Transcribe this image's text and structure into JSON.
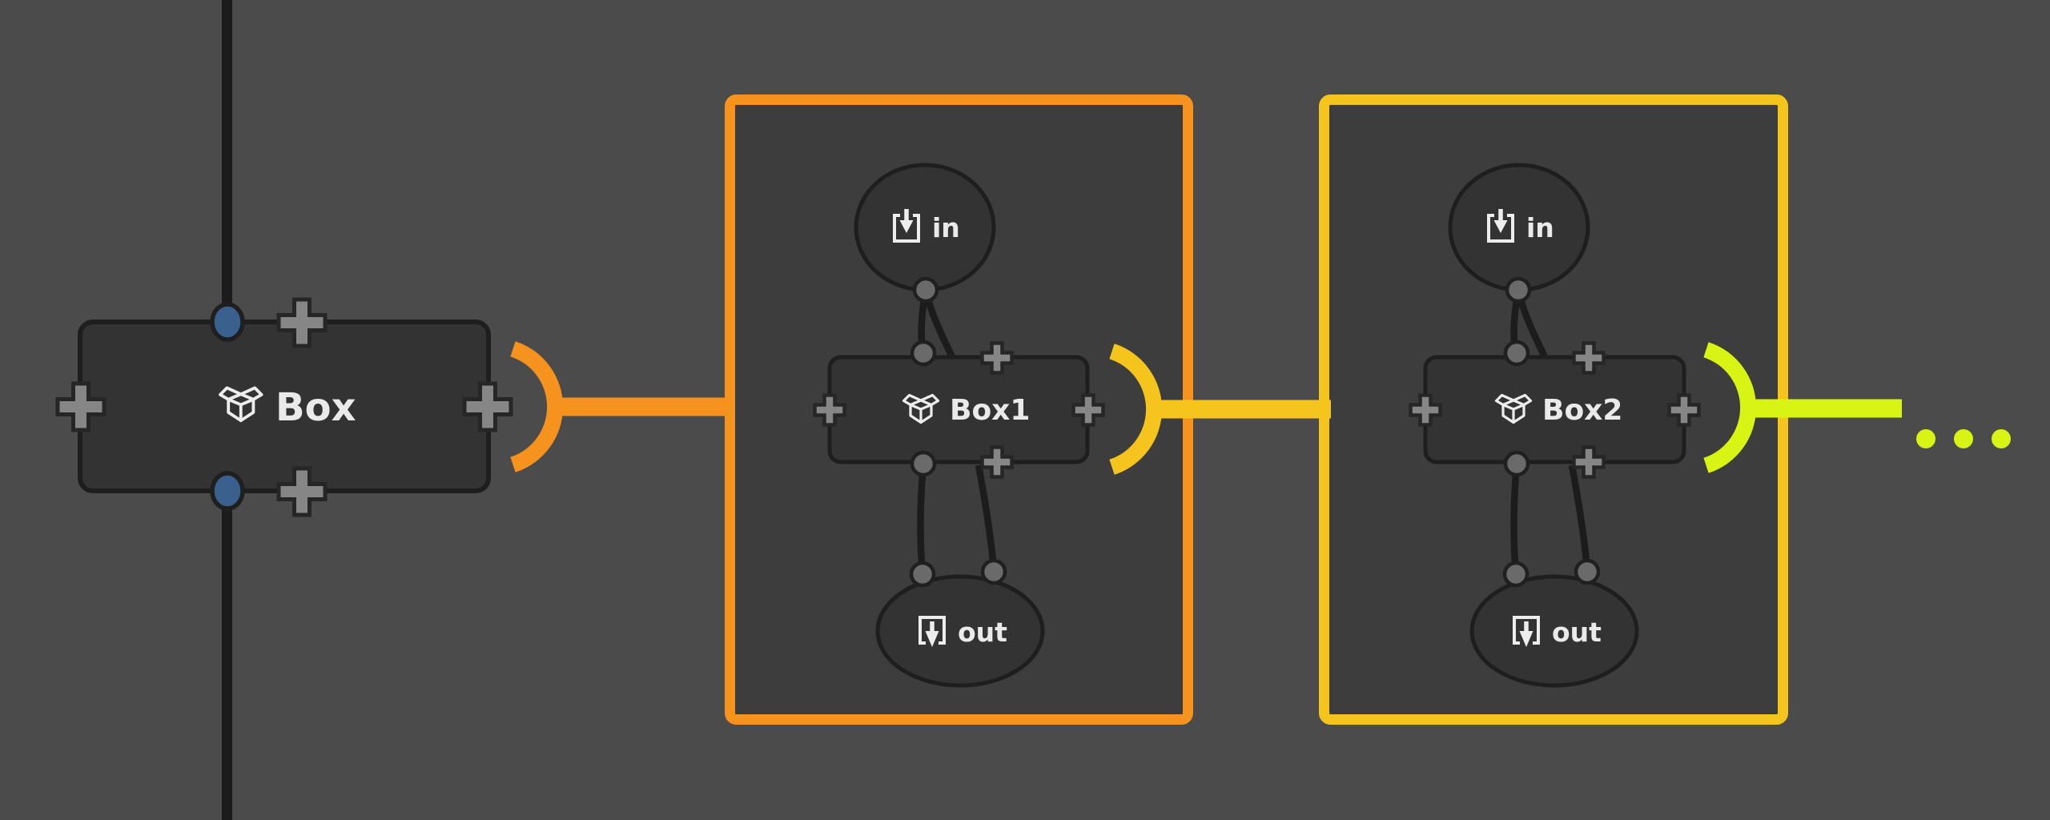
{
  "colors": {
    "background": "#4B4B4B",
    "container_fill": "#3D3D3D",
    "node_fill": "#333333",
    "node_border": "#1E1E1E",
    "edge_black": "#1C1C1C",
    "orange": "#F6921E",
    "yellow": "#F6C51D",
    "chartreuse": "#D7F414",
    "plus_fill": "#868686",
    "port_dot_fill": "#6A6A6A",
    "blue_port": "#3A618E",
    "label_text": "#EAEAEA"
  },
  "graph": {
    "root_node": {
      "label": "Box",
      "icon": "open-box-icon"
    },
    "containers": [
      {
        "id": "container-1",
        "border_color": "#F6921E",
        "in_label": "in",
        "box_label": "Box1",
        "out_label": "out"
      },
      {
        "id": "container-2",
        "border_color": "#F6C51D",
        "in_label": "in",
        "box_label": "Box2",
        "out_label": "out"
      }
    ],
    "links": [
      {
        "from": "Box",
        "to": "container-1",
        "color": "#F6921E"
      },
      {
        "from": "Box1",
        "to": "container-2",
        "color": "#F6C51D"
      },
      {
        "from": "Box2",
        "to": "more",
        "color": "#D7F414"
      }
    ],
    "continuation_indicator": "..."
  }
}
